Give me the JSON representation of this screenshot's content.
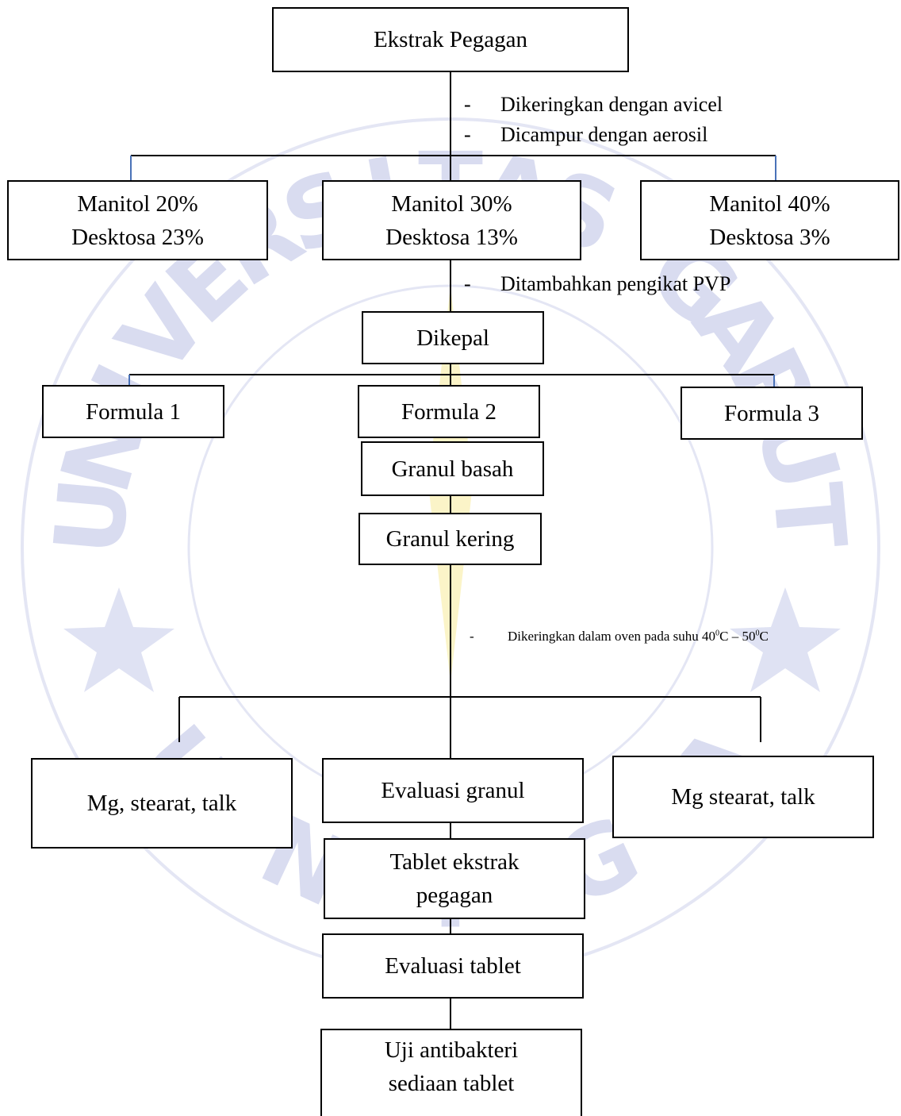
{
  "watermark": {
    "letters_top": [
      "U",
      "N",
      "I",
      "V",
      "E",
      "R",
      "S",
      "I",
      "T",
      "A",
      "S",
      " ",
      "G",
      "A",
      "R",
      "U",
      "T"
    ],
    "letters_bottom": [
      "U",
      "N",
      "I",
      "G",
      "A"
    ],
    "color": "#d9dcf0",
    "accent": "#f6e36a"
  },
  "nodes": {
    "ekstrak": "Ekstrak Pegagan",
    "manitol20_line1": "Manitol 20%",
    "manitol20_line2": "Desktosa 23%",
    "manitol30_line1": "Manitol 30%",
    "manitol30_line2": "Desktosa 13%",
    "manitol40_line1": "Manitol 40%",
    "manitol40_line2": "Desktosa 3%",
    "dikepal": "Dikepal",
    "formula1": "Formula 1",
    "formula2": "Formula 2",
    "formula3": "Formula 3",
    "granul_basah": "Granul basah",
    "granul_kering": "Granul kering",
    "mg_left": "Mg, stearat, talk",
    "evaluasi_granul": "Evaluasi granul",
    "mg_right": "Mg stearat, talk",
    "tablet_line1": "Tablet ekstrak",
    "tablet_line2": "pegagan",
    "evaluasi_tablet": "Evaluasi tablet",
    "uji_line1": "Uji antibakteri",
    "uji_line2": "sediaan tablet"
  },
  "notes": {
    "dash": "-",
    "step1": "Dikeringkan dengan avicel",
    "step2": "Dicampur dengan aerosil",
    "step3": "Ditambahkan pengikat PVP",
    "step4_pre": "Dikeringkan dalam oven pada suhu 40",
    "step4_sup1": "0",
    "step4_mid": "C – 50",
    "step4_sup2": "0",
    "step4_post": "C"
  }
}
